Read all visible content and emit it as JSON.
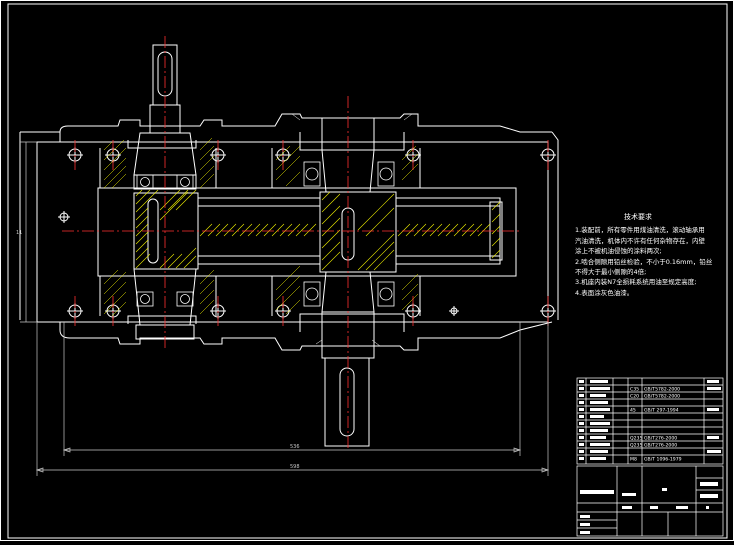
{
  "colors": {
    "background": "#000000",
    "outline": "#ffffff",
    "centerline": "#ff3030",
    "section_hatch": "#f0f000",
    "bearing": "#ffffff",
    "dimension": "#c8c8c8"
  },
  "tech_notes": {
    "title": "技术要求",
    "lines": [
      "1.装配前，所有零件用煤油清洗，滚动轴承用",
      "汽油清洗，机体内不许有任何杂物存在，内壁",
      "涂上不被机油侵蚀的涂料两次;",
      "2.啮合侧隙用铅丝检验，不小于0.16mm，铅丝",
      "不得大于最小侧隙的4倍;",
      "3.机座内装N7全损耗系统用油至规定高度;",
      "4.表面涂灰色油漆。"
    ]
  },
  "bom": {
    "std_codes": [
      "GB/T5782-2000",
      "GB/T5782-2000",
      "GB/T 297-1994",
      "GB/T276-2000",
      "GB/T276-2000",
      "GB/T 1096-1979"
    ],
    "cell_values": [
      "C35",
      "C20",
      "Q235",
      "Q235",
      "M8",
      "45"
    ]
  },
  "dimensions": {
    "overall_length": "598",
    "inner_length": "536",
    "height_mark": "11"
  }
}
